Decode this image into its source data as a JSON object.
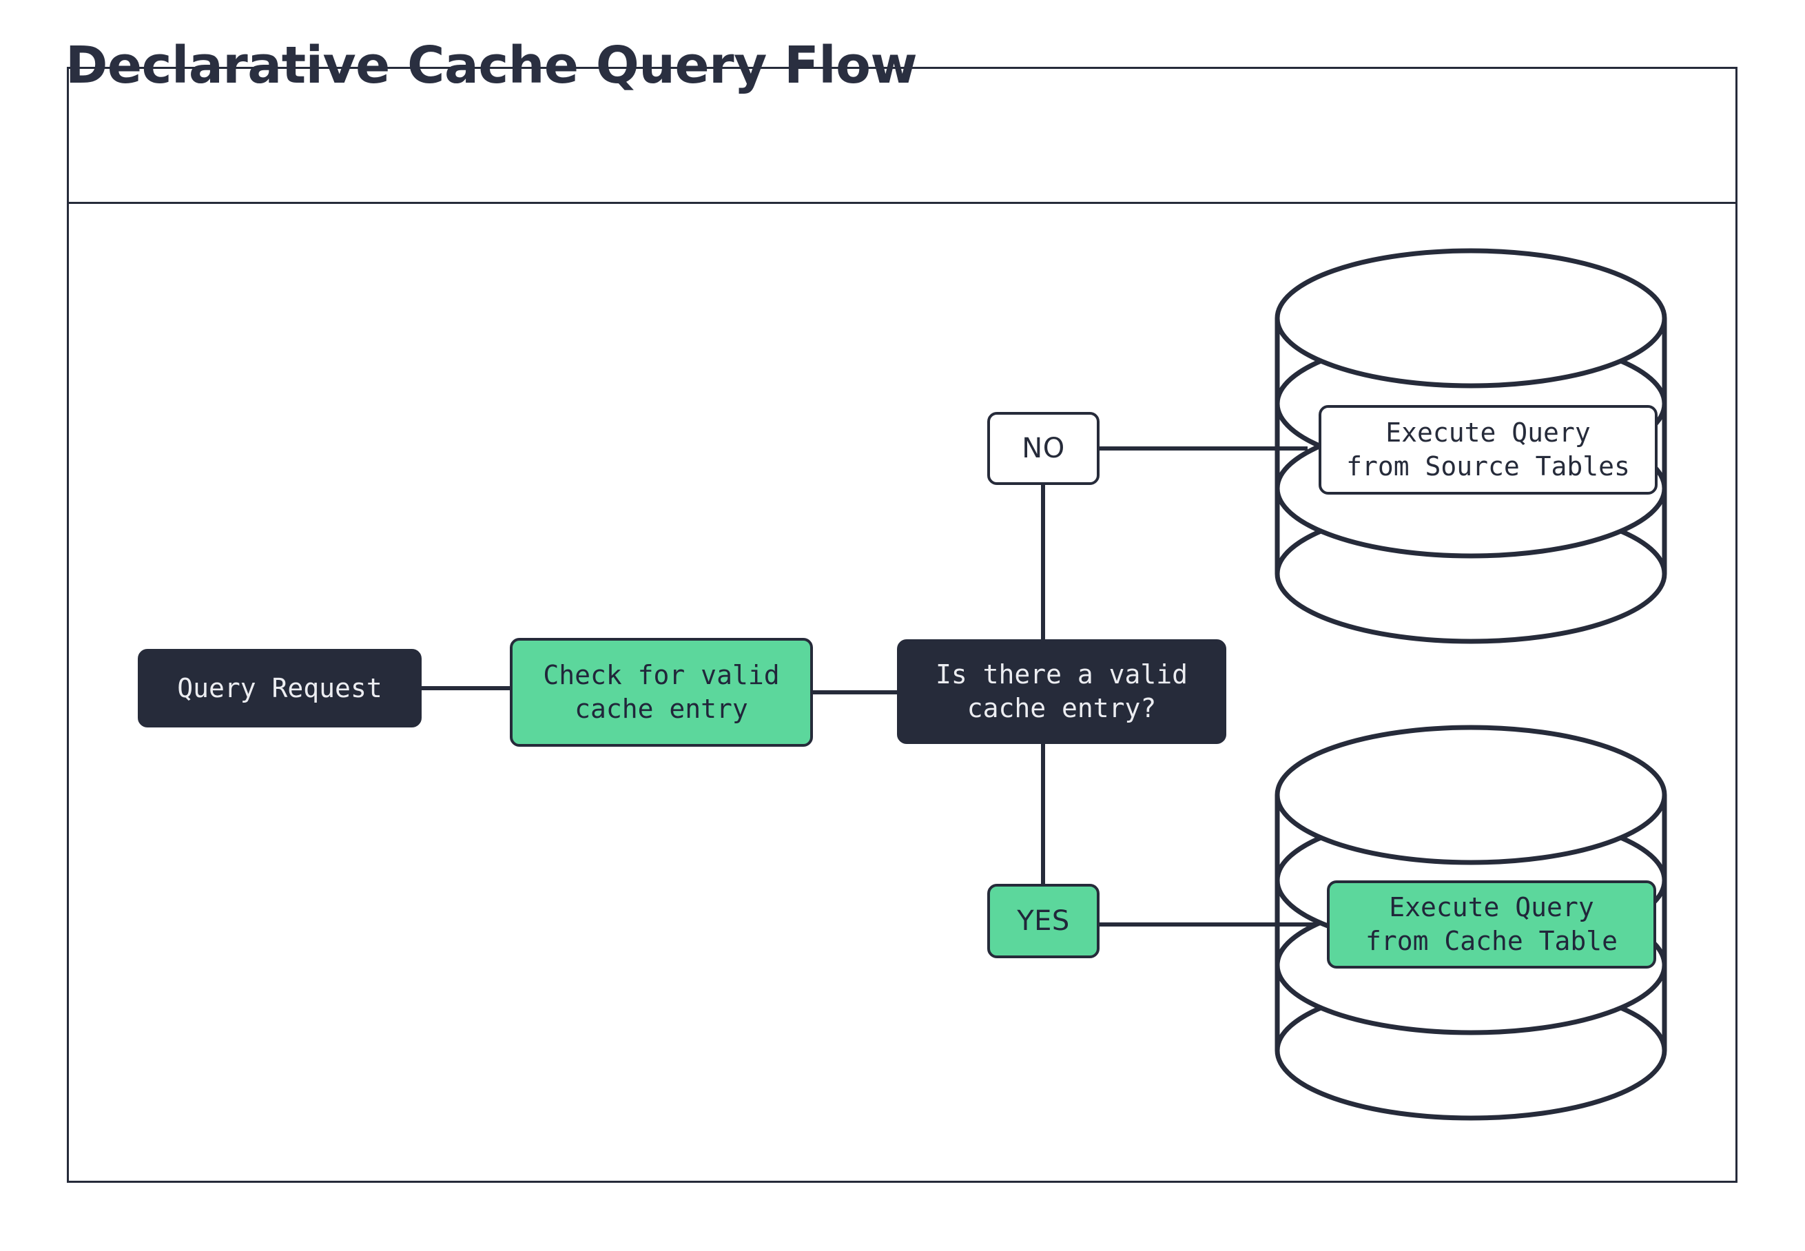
{
  "diagram": {
    "title": "Declarative Cache Query Flow",
    "type": "flowchart",
    "colors": {
      "dark": "#262B3A",
      "green": "#5CD79C",
      "white": "#FFFFFF",
      "title_text": "#2A2F40",
      "stroke": "#262B3A"
    },
    "nodes": [
      {
        "id": "query-request",
        "label": "Query Request",
        "shape": "rounded-rect",
        "style": "dark"
      },
      {
        "id": "check-cache",
        "label": "Check for valid\ncache entry",
        "shape": "rounded-rect",
        "style": "green"
      },
      {
        "id": "decision",
        "label": "Is there a valid\ncache entry?",
        "shape": "rounded-rect",
        "style": "dark"
      },
      {
        "id": "source-tables",
        "label": "Execute Query\nfrom Source Tables",
        "shape": "cylinder-label",
        "style": "white"
      },
      {
        "id": "cache-table",
        "label": "Execute Query\nfrom Cache Table",
        "shape": "cylinder-label",
        "style": "green"
      }
    ],
    "branches": [
      {
        "id": "no",
        "label": "NO",
        "style": "white",
        "target": "source-tables"
      },
      {
        "id": "yes",
        "label": "YES",
        "style": "green",
        "target": "cache-table"
      }
    ],
    "databases": [
      {
        "id": "source-db",
        "position": "top",
        "caption": "Execute Query\nfrom Source Tables"
      },
      {
        "id": "cache-db",
        "position": "bottom",
        "caption": "Execute Query\nfrom Cache Table"
      }
    ],
    "edges": [
      {
        "from": "query-request",
        "to": "check-cache"
      },
      {
        "from": "check-cache",
        "to": "decision"
      },
      {
        "from": "decision",
        "to": "no"
      },
      {
        "from": "decision",
        "to": "yes"
      },
      {
        "from": "no",
        "to": "source-db"
      },
      {
        "from": "yes",
        "to": "cache-db"
      }
    ]
  }
}
